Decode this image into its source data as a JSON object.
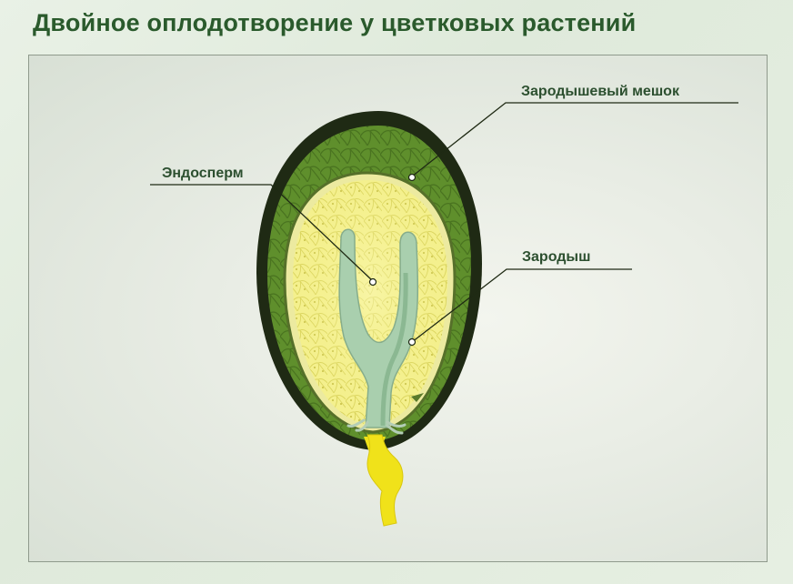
{
  "title": "Двойное оплодотворение у цветковых растений",
  "labels": {
    "embryo_sac": "Зародышевый мешок",
    "endosperm": "Эндосперм",
    "embryo": "Зародыш"
  },
  "colors": {
    "title": "#2a5a2c",
    "label_text": "#2c4f2f",
    "seed_coat": "#1f2a14",
    "nucellus": "#5a8a2a",
    "endosperm": "#f5f29a",
    "embryo": "#a9cfae",
    "suspensor": "#f0e21a"
  }
}
